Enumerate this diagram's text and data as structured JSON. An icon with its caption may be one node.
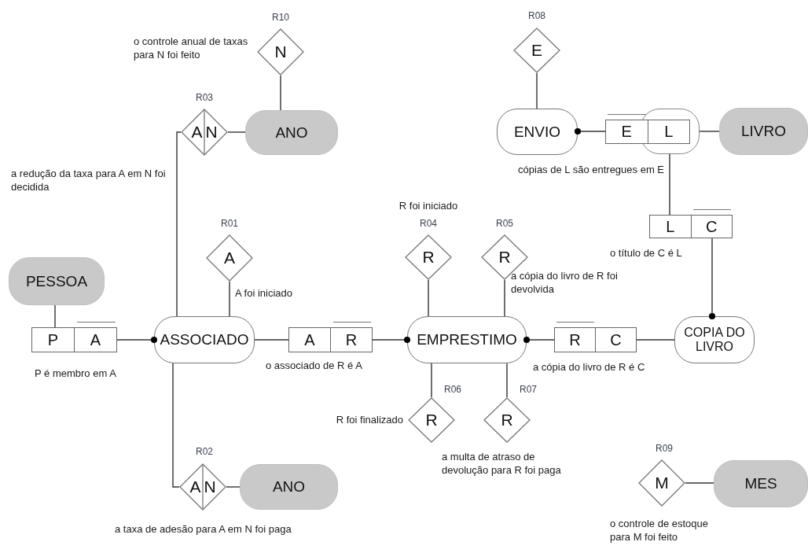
{
  "diagram": {
    "nodes": [
      {
        "text": [
          "N"
        ],
        "beside": [
          "R10",
          "o controle anual de taxas para N foi feito"
        ]
      },
      {
        "text": [
          "E"
        ],
        "beside": [
          "R08"
        ]
      },
      {
        "text": [
          "A",
          "N"
        ],
        "beside": [
          "R03",
          "a redução da taxa para A em N foi decidida"
        ]
      },
      {
        "text": [
          "ANO"
        ]
      },
      {
        "text": [
          "ENVIO"
        ]
      },
      {
        "text": [
          "E",
          "L"
        ],
        "beside": [
          "cópias de L são entregues em E"
        ]
      },
      {
        "text": [
          "LIVRO"
        ]
      },
      {
        "text": [
          "A"
        ],
        "beside": [
          "R01",
          "A foi iniciado"
        ]
      },
      {
        "text": [
          "R"
        ],
        "beside": [
          "R foi iniciado",
          "R04"
        ]
      },
      {
        "text": [
          "R"
        ],
        "beside": [
          "R05",
          "a cópia do livro de R foi devolvida"
        ]
      },
      {
        "text": [
          "L",
          "C"
        ],
        "beside": [
          "o título de C é L"
        ]
      },
      {
        "text": [
          "PESSOA"
        ]
      },
      {
        "text": [
          "P",
          "A"
        ],
        "beside": [
          "P é membro em A"
        ]
      },
      {
        "text": [
          "ASSOCIADO"
        ]
      },
      {
        "text": [
          "A",
          "R"
        ],
        "beside": [
          "o associado de R é A"
        ]
      },
      {
        "text": [
          "EMPRESTIMO"
        ]
      },
      {
        "text": [
          "R",
          "C"
        ],
        "beside": [
          "a cópia do livro de R é C"
        ]
      },
      {
        "text": [
          "COPIA DO LIVRO"
        ]
      },
      {
        "text": [
          "R"
        ],
        "beside": [
          "R06",
          "R foi finalizado"
        ]
      },
      {
        "text": [
          "R"
        ],
        "beside": [
          "R07",
          "a multa de atraso de devolução para R foi paga"
        ]
      },
      {
        "text": [
          "A",
          "N"
        ],
        "beside": [
          "R02",
          "a taxa de adesão para A em N foi paga"
        ]
      },
      {
        "text": [
          "ANO"
        ]
      },
      {
        "text": [
          "M"
        ],
        "beside": [
          "R09",
          "o controle de estoque para M foi feito"
        ]
      },
      {
        "text": [
          "MES"
        ]
      }
    ],
    "edges": [
      {
        "from": 0,
        "to": 3,
        "arrow": "none"
      },
      {
        "from": 2,
        "to": 3,
        "arrow": "none"
      },
      {
        "from": 2,
        "to": 13,
        "arrow": "none"
      },
      {
        "from": 1,
        "to": 4,
        "arrow": "none"
      },
      {
        "from": 5,
        "to": 4,
        "arrow": "other"
      },
      {
        "from": 5,
        "to": 6,
        "arrow": "none"
      },
      {
        "from": 5,
        "to": 10,
        "arrow": "none"
      },
      {
        "from": 10,
        "to": 17,
        "arrow": "other"
      },
      {
        "from": 7,
        "to": 13,
        "arrow": "none"
      },
      {
        "from": 8,
        "to": 15,
        "arrow": "none"
      },
      {
        "from": 9,
        "to": 15,
        "arrow": "none"
      },
      {
        "from": 11,
        "to": 12,
        "arrow": "none"
      },
      {
        "from": 12,
        "to": 13,
        "arrow": "other"
      },
      {
        "from": 13,
        "to": 14,
        "arrow": "none"
      },
      {
        "from": 14,
        "to": 15,
        "arrow": "other"
      },
      {
        "from": 16,
        "to": 15,
        "arrow": "other"
      },
      {
        "from": 16,
        "to": 17,
        "arrow": "none"
      },
      {
        "from": 15,
        "to": 18,
        "arrow": "none"
      },
      {
        "from": 15,
        "to": 19,
        "arrow": "none"
      },
      {
        "from": 13,
        "to": 20,
        "arrow": "none"
      },
      {
        "from": 20,
        "to": 21,
        "arrow": "none"
      },
      {
        "from": 22,
        "to": 23,
        "arrow": "none"
      }
    ]
  }
}
